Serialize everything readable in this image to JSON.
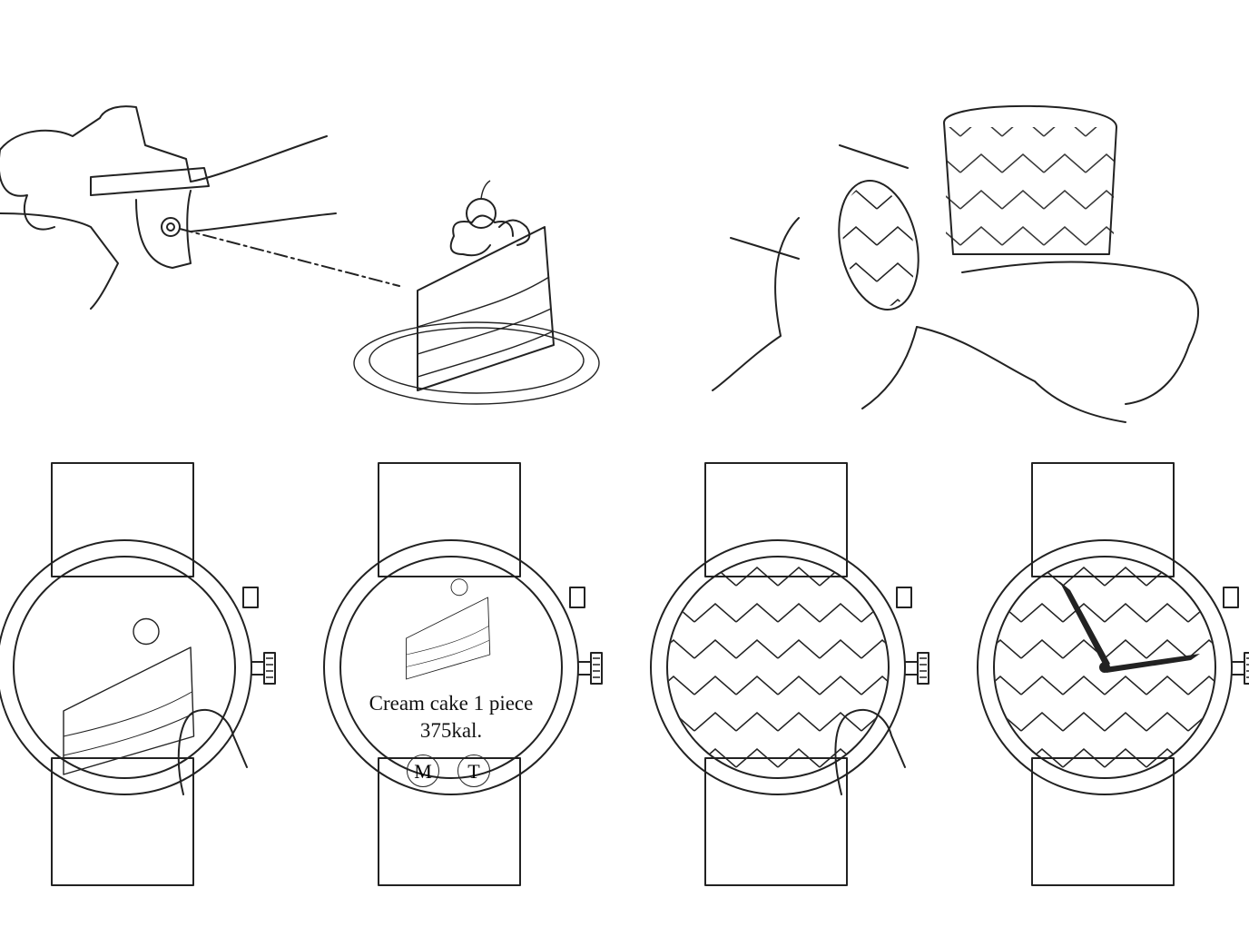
{
  "watch_screen": {
    "food_name": "Cream cake 1 piece",
    "calories": "375kal.",
    "buttons": [
      {
        "label": "M"
      },
      {
        "label": "T"
      }
    ]
  },
  "colors": {
    "line": "#222222",
    "background": "#ffffff"
  }
}
